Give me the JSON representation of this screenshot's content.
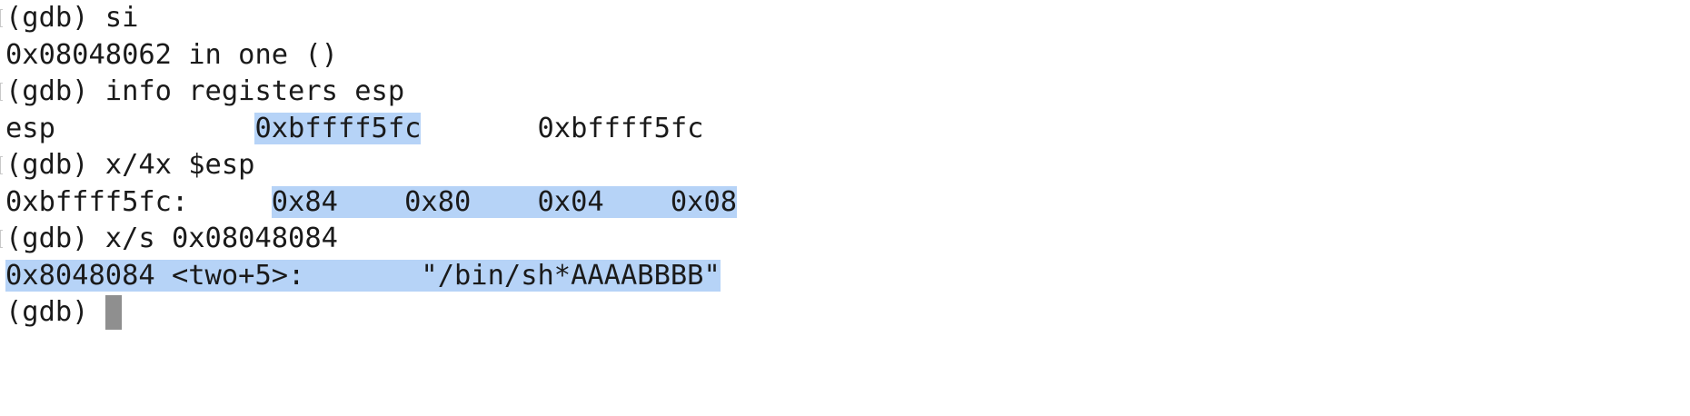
{
  "terminal": {
    "lines": [
      {
        "prompt": "(gdb) ",
        "cmd": "si",
        "marker": true
      },
      {
        "text": "0x08048062 in one ()"
      },
      {
        "prompt": "(gdb) ",
        "cmd": "info registers esp",
        "marker": true
      },
      {
        "reg": "esp",
        "hex": "0xbffff5fc",
        "natural": "0xbffff5fc"
      },
      {
        "prompt": "(gdb) ",
        "cmd": "x/4x $esp",
        "marker": true
      },
      {
        "addr": "0xbffff5fc:",
        "bytes": [
          "0x84",
          "0x80",
          "0x04",
          "0x08"
        ]
      },
      {
        "prompt": "(gdb) ",
        "cmd": "x/s 0x08048084",
        "marker": true
      },
      {
        "addr": "0x8048084 <two+5>:",
        "str": "\"/bin/sh*AAAABBBB\""
      },
      {
        "prompt": "(gdb) "
      }
    ]
  },
  "colors": {
    "selection": "#b6d3f7",
    "cursor": "#8f8f8f",
    "text": "#1a1a1a"
  }
}
